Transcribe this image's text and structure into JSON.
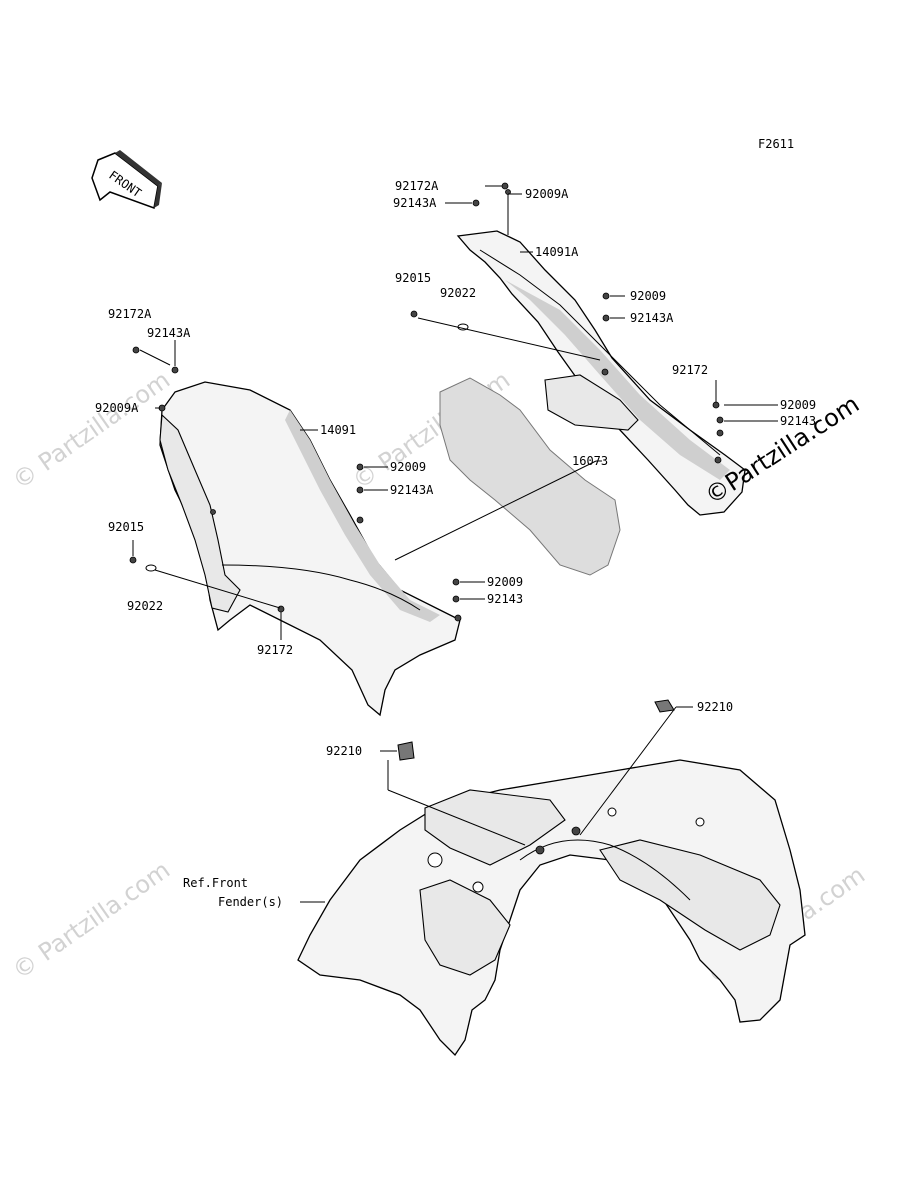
{
  "figure_code": "F2611",
  "front_arrow_label": "FRONT",
  "watermark_main": "©Partzilla.com",
  "watermark_small": "© Partzilla.com",
  "reference": {
    "line1": "Ref.Front",
    "line2": "Fender(s)"
  },
  "parts": {
    "p14091A": "14091A",
    "p14091": "14091",
    "p16073": "16073",
    "p92172A_r": "92172A",
    "p92143A_r1": "92143A",
    "p92009A_r": "92009A",
    "p92015_r": "92015",
    "p92022_r": "92022",
    "p92009_r1": "92009",
    "p92143A_r2": "92143A",
    "p92172_r": "92172",
    "p92009_r2": "92009",
    "p92143_r": "92143",
    "p92172A_l": "92172A",
    "p92143A_l1": "92143A",
    "p92009A_l": "92009A",
    "p92009_l1": "92009",
    "p92143A_l2": "92143A",
    "p92015_l": "92015",
    "p92022_l": "92022",
    "p92009_l2": "92009",
    "p92143_l": "92143",
    "p92172_l": "92172",
    "p92210_r": "92210",
    "p92210_l": "92210"
  }
}
